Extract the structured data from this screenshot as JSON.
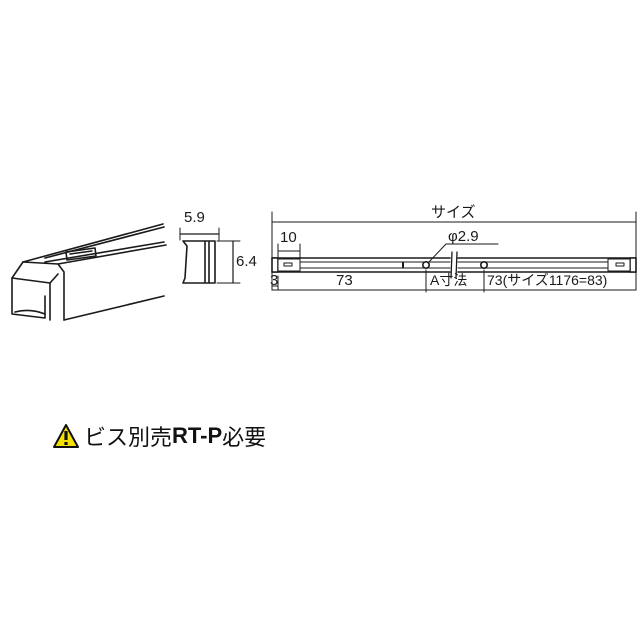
{
  "profile": {
    "width_label": "5.9",
    "height_label": "6.4"
  },
  "rail": {
    "overall_label": "サイズ",
    "slot_label": "10",
    "hole_label": "φ2.9",
    "end_offset_label": "3",
    "first_hole_label": "73",
    "pitch_label": "A寸法",
    "last_hole_label": "73(サイズ1176=83)"
  },
  "note": {
    "icon": "warning-icon",
    "prefix": "ビス別売",
    "code": "RT-P",
    "suffix": "必要"
  },
  "colors": {
    "line": "#1a1a1a",
    "warning_fill": "#f5e100",
    "background": "#ffffff"
  }
}
